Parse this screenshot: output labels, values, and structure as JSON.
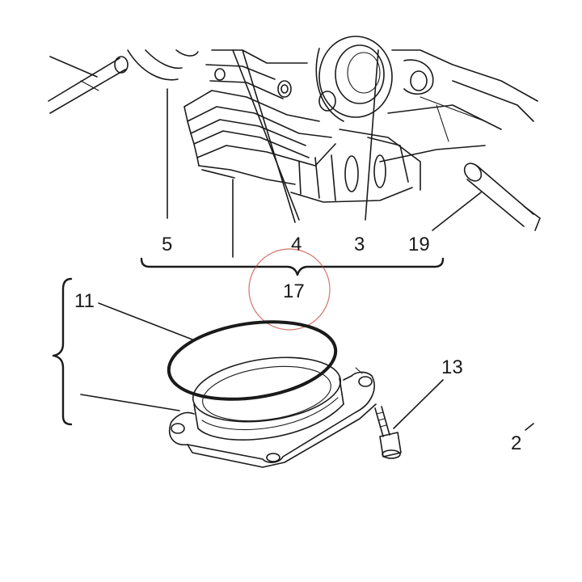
{
  "diagram": {
    "labels": {
      "l5": "5",
      "l4": "4",
      "l3": "3",
      "l19": "19",
      "l17": "17",
      "l11": "11",
      "l13": "13",
      "l2": "2"
    },
    "colors": {
      "ink": "#1a1a1a",
      "highlight_circle": "#c0392b",
      "background": "#ffffff"
    }
  }
}
